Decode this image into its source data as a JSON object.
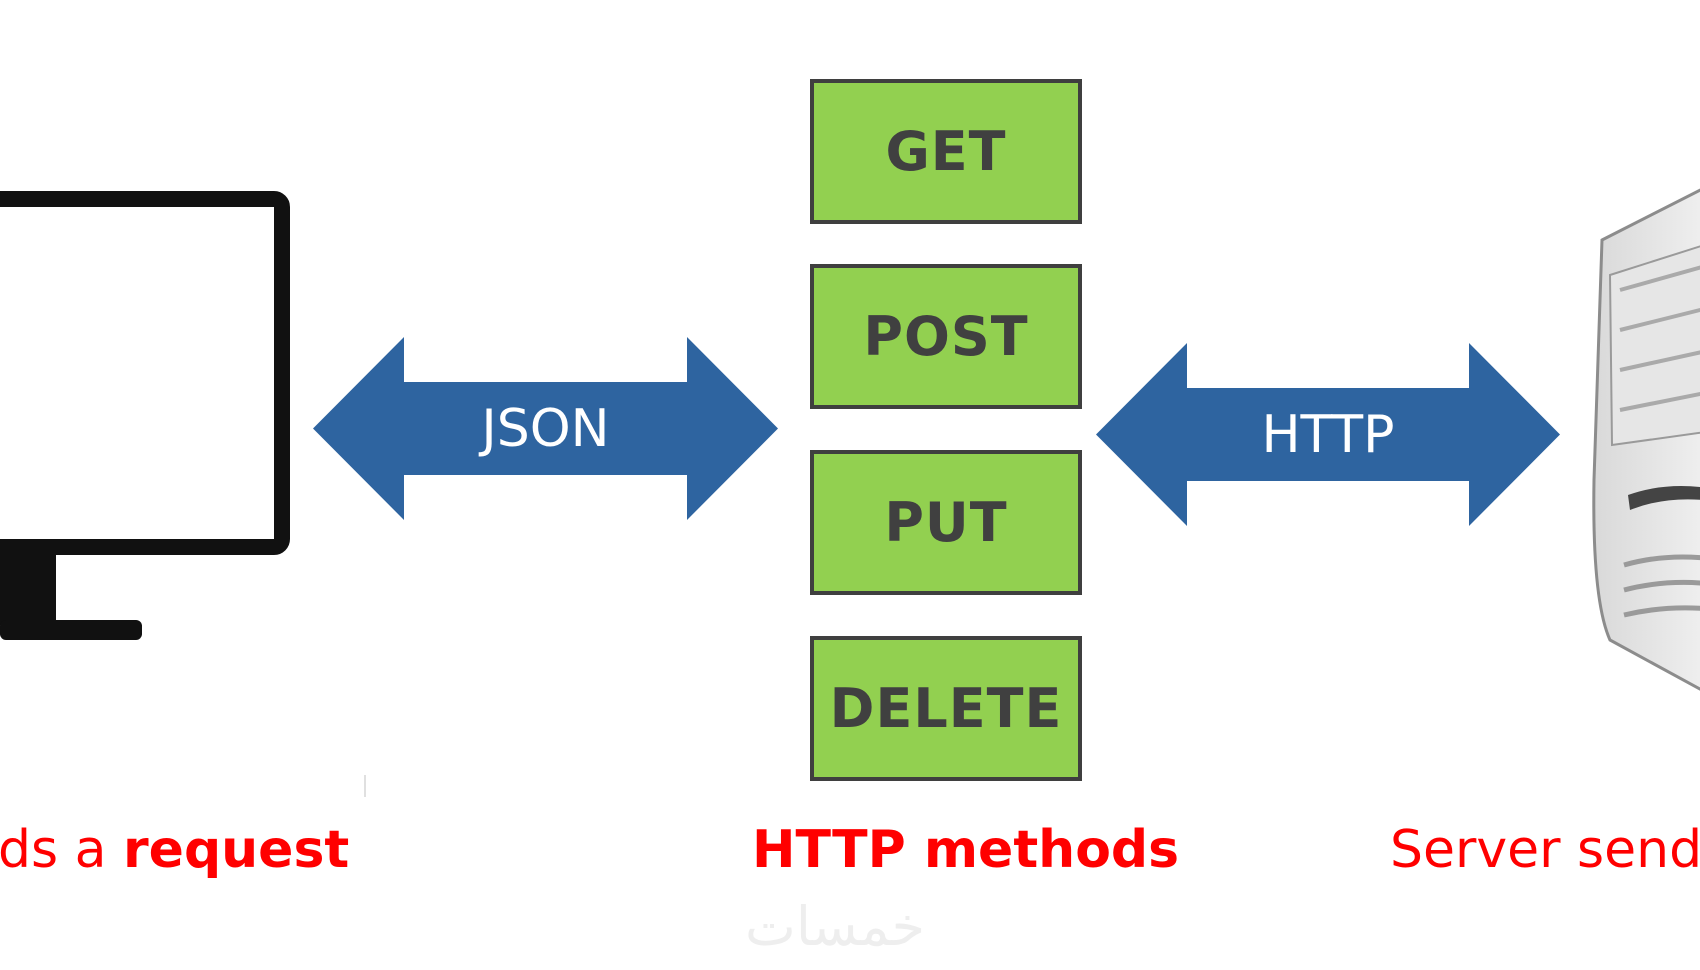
{
  "methods": [
    "GET",
    "POST",
    "PUT",
    "DELETE"
  ],
  "arrows": {
    "left_label": "JSON",
    "right_label": "HTTP"
  },
  "captions": {
    "left_prefix": "ds a ",
    "left_bold": "request",
    "center": "HTTP methods",
    "right": "Server send"
  },
  "watermark": "خمسات",
  "colors": {
    "method_fill": "#92d050",
    "method_border": "#3f3f3f",
    "arrow_fill": "#2e64a0",
    "caption_red": "#ff0000"
  },
  "icons": {
    "client": "monitor-icon",
    "server": "server-tower-icon"
  }
}
